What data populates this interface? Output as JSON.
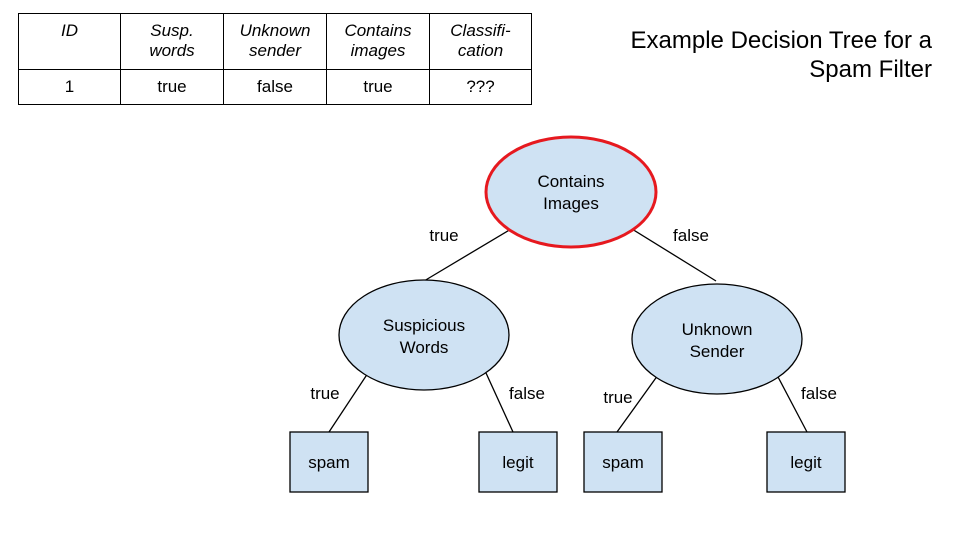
{
  "title": "Example Decision Tree for a Spam Filter",
  "table": {
    "headers": [
      "ID",
      "Susp.\nwords",
      "Unknown\nsender",
      "Contains\nimages",
      "Classifi-\ncation"
    ],
    "row": [
      "1",
      "true",
      "false",
      "true",
      "???"
    ]
  },
  "tree": {
    "root": {
      "label": [
        "Contains",
        "Images"
      ]
    },
    "left_node": {
      "label": [
        "Suspicious",
        "Words"
      ]
    },
    "right_node": {
      "label": [
        "Unknown",
        "Sender"
      ]
    },
    "leaves": [
      "spam",
      "legit",
      "spam",
      "legit"
    ],
    "edge_labels": {
      "root_left": "true",
      "root_right": "false",
      "left_left": "true",
      "left_right": "false",
      "right_left": "true",
      "right_right": "false"
    },
    "colors": {
      "node_fill": "#cfe2f3",
      "root_outline": "#e6191f",
      "outline": "#000000"
    }
  }
}
